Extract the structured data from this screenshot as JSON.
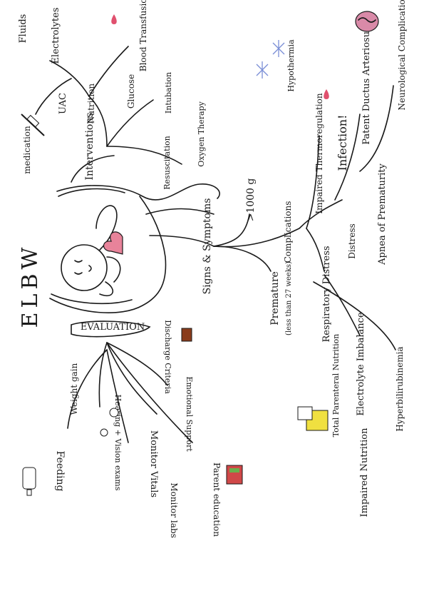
{
  "title": "ELBW",
  "center": {
    "signs": "Signs & Symptoms",
    "interventions": "Interventions",
    "evaluation": "EVALUATION"
  },
  "signs_branch": {
    "weight": ">1000 g",
    "premature": "Premature",
    "premature_note": "(less than 27 weeks)",
    "complications": "Complications",
    "resp_distress": "Respiratory Distress",
    "distress": "Distress",
    "apnea": "Apnea of Prematurity",
    "thermo": "Impaired Thermoregulation",
    "hypothermia": "Hypothermia",
    "infection": "Infection!",
    "pda": "Patent Ductus Arteriosus",
    "neuro": "Neurological Complications",
    "electrolyte": "Electrolyte Imbalance",
    "tpn": "Total Parenteral Nutrition",
    "impaired_nutrition": "Impaired Nutrition",
    "hyperbili": "Hyperbilirubinemia"
  },
  "interventions_branch": {
    "resuscitation": "Resuscitation",
    "oxygen": "Oxygen Therapy",
    "intubation": "Intubation",
    "glucose": "Glucose",
    "nutrition": "Nutrition",
    "blood": "Blood Transfusion",
    "uac": "UAC",
    "electrolytes": "Electrolytes",
    "fluids": "Fluids",
    "medication": "medication"
  },
  "evaluation_branch": {
    "discharge": "Discharge Criteria",
    "emotional": "Emotional Support",
    "parent_ed": "Parent education",
    "monitor_vitals": "Monitor Vitals",
    "monitor_labs": "Monitor labs",
    "hearing": "Hearing + Vision exams",
    "weight_gain": "Weight gain",
    "feeding": "Feeding"
  },
  "colors": {
    "ink": "#1a1a1a",
    "heart": "#e8839a",
    "snowflake": "#7b8fd6",
    "brain": "#d98aa8",
    "drop": "#e0506e",
    "tpn_bag": "#f0e040",
    "book": "#d04848",
    "box": "#8a3c1c"
  }
}
